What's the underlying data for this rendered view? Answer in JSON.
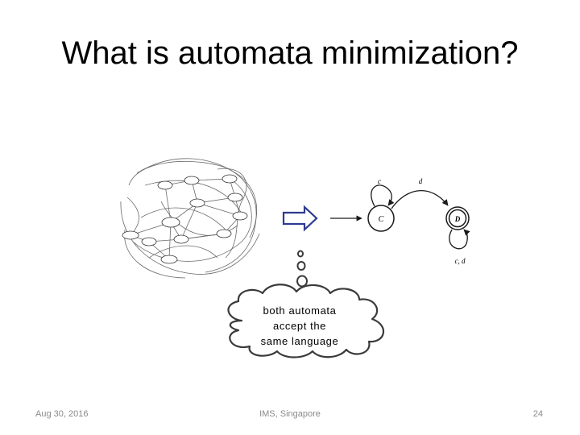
{
  "slide": {
    "title": "What is automata minimization?",
    "footer_date": "Aug 30, 2016",
    "footer_venue": "IMS, Singapore",
    "page_number": "24"
  },
  "small_automaton": {
    "states": [
      {
        "label": "C",
        "accepting": false,
        "initial": true
      },
      {
        "label": "D",
        "accepting": true,
        "initial": false
      }
    ],
    "transitions": [
      {
        "from": "C",
        "to": "C",
        "label": "c"
      },
      {
        "from": "C",
        "to": "D",
        "label": "d"
      },
      {
        "from": "D",
        "to": "D",
        "label": "c, d"
      }
    ]
  },
  "thought_bubble": {
    "line1": "both automata",
    "line2": "accept the",
    "line3": "same language"
  },
  "colors": {
    "stroke": "#1a1a1a",
    "footer_text": "#8a8a8a",
    "arrow_outline": "#2f3b8f",
    "bubble_outline": "#3a3a3a"
  }
}
